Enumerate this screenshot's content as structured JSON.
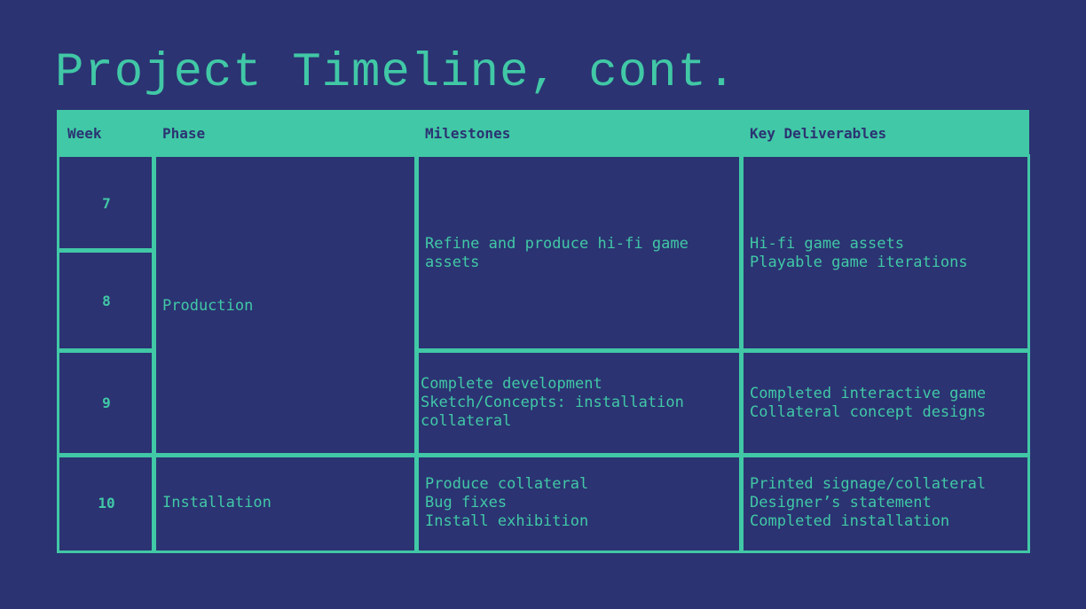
{
  "title": "Project Timeline, cont.",
  "headers": [
    "Week",
    "Phase",
    "Milestones",
    "Key Deliverables"
  ],
  "weeks": [
    "7",
    "8",
    "9",
    "10"
  ],
  "phases": [
    "Production",
    "Installation"
  ],
  "milestones": [
    "Refine and produce hi-fi game\nassets",
    "Complete development\nSketch/Concepts: installation\ncollateral",
    "Produce collateral\nBug fixes\nInstall exhibition"
  ],
  "deliverables": [
    "Hi-fi game assets\nPlayable game iterations",
    "Completed interactive game\nCollateral concept designs",
    "Printed signage/collateral\nDesigner’s statement\nCompleted installation"
  ]
}
